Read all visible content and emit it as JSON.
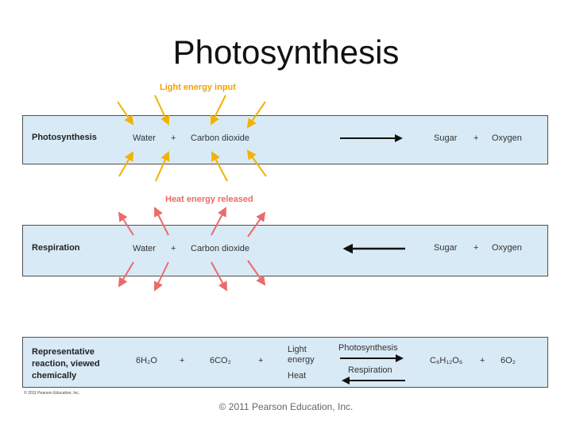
{
  "title": "Photosynthesis",
  "light_label": "Light energy input",
  "heat_label": "Heat energy released",
  "photosynthesis_row": {
    "label": "Photosynthesis",
    "water": "Water",
    "plus1": "+",
    "co2": "Carbon dioxide",
    "sugar": "Sugar",
    "plus2": "+",
    "oxygen": "Oxygen"
  },
  "respiration_row": {
    "label": "Respiration",
    "water": "Water",
    "plus1": "+",
    "co2": "Carbon dioxide",
    "sugar": "Sugar",
    "plus2": "+",
    "oxygen": "Oxygen"
  },
  "chemical_row": {
    "label": "Representative reaction, viewed chemically",
    "water": "6H₂O",
    "plus1": "+",
    "co2": "6CO₂",
    "plus2": "+",
    "light": "Light energy",
    "heat": "Heat",
    "photosynthesis": "Photosynthesis",
    "respiration": "Respiration",
    "sugar": "C₆H₁₂O₆",
    "plus3": "+",
    "oxygen": "6O₂"
  },
  "small_copyright": "© 2011 Pearson Education, Inc.",
  "footer": "© 2011 Pearson Education, Inc.",
  "colors": {
    "band": "#d8eaf6",
    "light_arrow": "#f2b200",
    "heat_arrow": "#ec6a6a"
  }
}
